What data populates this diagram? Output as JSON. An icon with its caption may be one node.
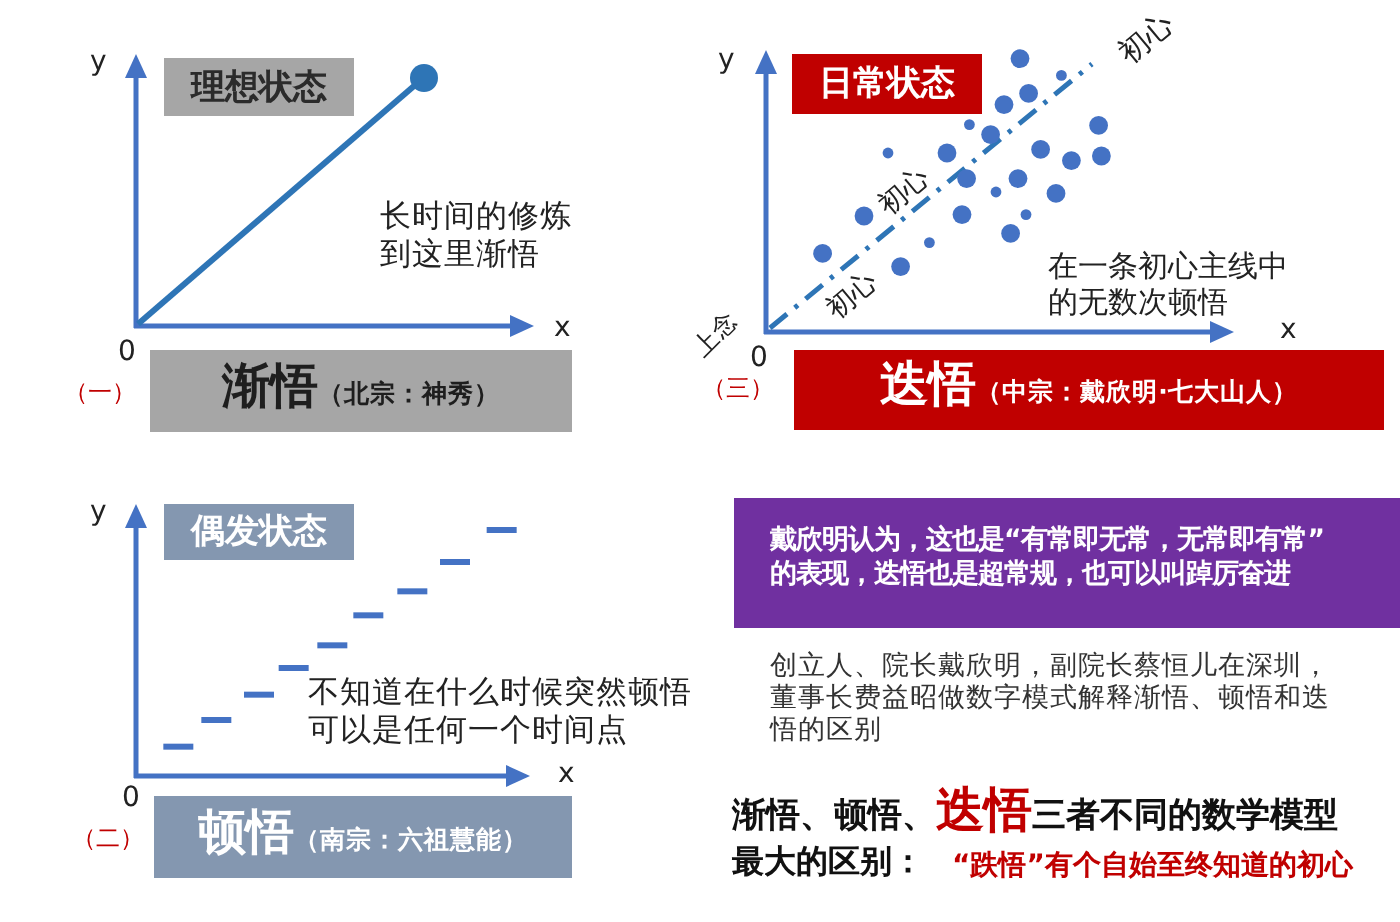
{
  "diagram": {
    "nodes": [
      {
        "text": [
          "理想状态"
        ]
      },
      {
        "text": [
          "渐悟",
          "（北宗：神秀）"
        ],
        "beside": [
          "（一）"
        ]
      },
      {
        "text": [
          "日常状态"
        ]
      },
      {
        "text": [
          "迭悟",
          "（中宗：戴欣明·七大山人）"
        ],
        "beside": [
          "（三）"
        ]
      },
      {
        "text": [
          "偶发状态"
        ]
      },
      {
        "text": [
          "顿悟",
          "（南宗：六祖慧能）"
        ],
        "beside": [
          "（二）"
        ]
      },
      {
        "text": [
          "戴欣明认为，这也是“有常即无常，无常即有常”的表现，迭悟也是超常规，也可以叫踔厉奋进"
        ]
      }
    ],
    "labels": [
      "y",
      "长时间的修炼到这里渐悟",
      "x",
      "0",
      "y",
      "初心",
      "初心",
      "初心",
      "在一条初心主线中的无数次顿悟",
      "上念",
      "x",
      "0",
      "y",
      "不知道在什么时候突然顿悟可以是任何一个时间点",
      "x",
      "0",
      "创立人、院长戴欣明，副院长蔡恒儿在深圳，董事长费益昭做数字模式解释渐悟、顿悟和迭悟的区别",
      "渐悟、顿悟、**迭悟**三者不同的数学模型",
      "最大的区别：",
      "“跌悟”有个自始至终知道的初心"
    ]
  }
}
